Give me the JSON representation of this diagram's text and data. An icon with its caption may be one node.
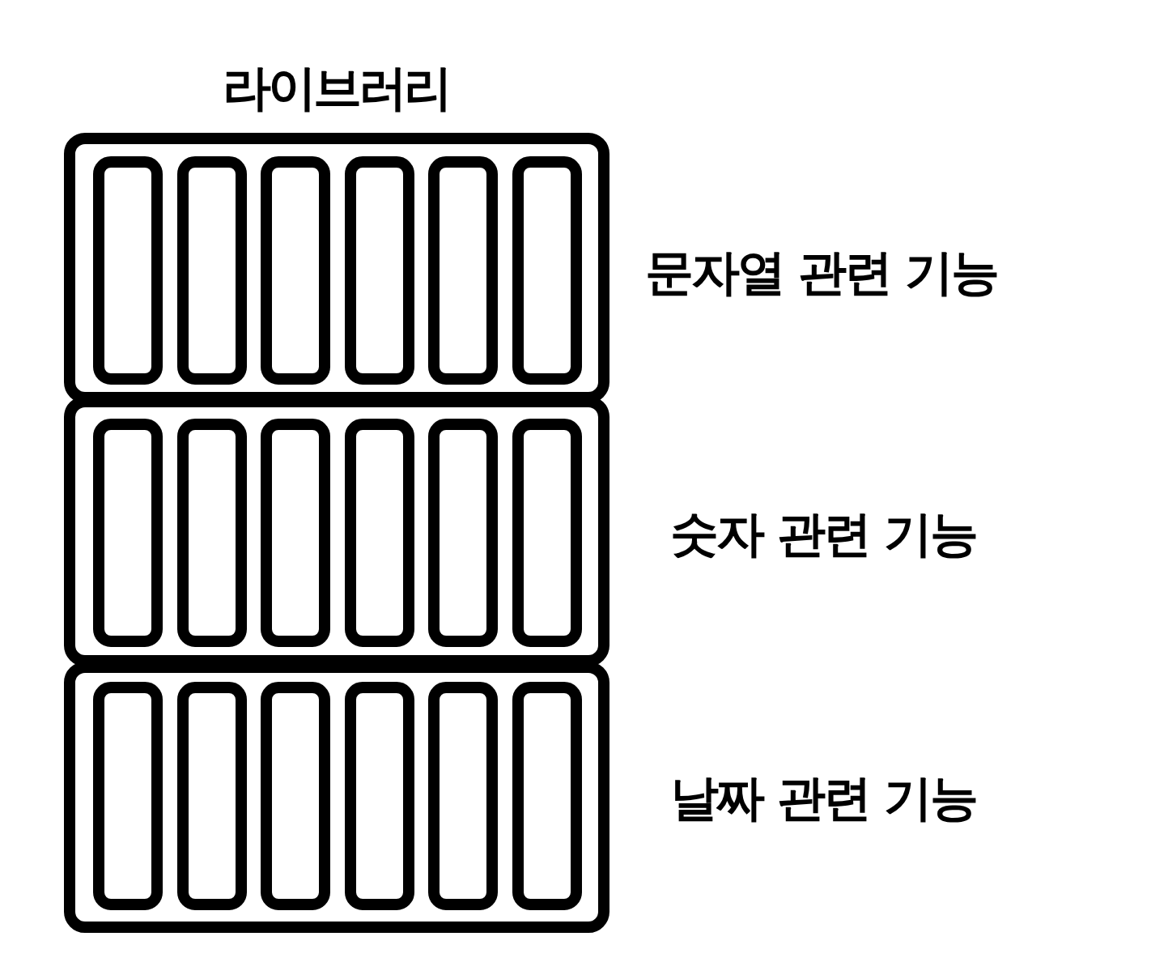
{
  "diagram": {
    "title": "라이브러리",
    "nodes": [
      {
        "text": [],
        "shape": "box",
        "beside": [
          "문자열 관련 기능"
        ]
      },
      {
        "text": [],
        "shape": "box",
        "in": 0
      },
      {
        "text": [],
        "shape": "box",
        "in": 0
      },
      {
        "text": [],
        "shape": "box",
        "in": 0
      },
      {
        "text": [],
        "shape": "box",
        "in": 0
      },
      {
        "text": [],
        "shape": "box",
        "in": 0
      },
      {
        "text": [],
        "shape": "box",
        "in": 0
      },
      {
        "text": [],
        "shape": "box",
        "beside": [
          "숫자 관련 기능"
        ]
      },
      {
        "text": [],
        "shape": "box",
        "in": 7
      },
      {
        "text": [],
        "shape": "box",
        "in": 7
      },
      {
        "text": [],
        "shape": "box",
        "in": 7
      },
      {
        "text": [],
        "shape": "box",
        "in": 7
      },
      {
        "text": [],
        "shape": "box",
        "in": 7
      },
      {
        "text": [],
        "shape": "box",
        "in": 7
      },
      {
        "text": [],
        "shape": "box",
        "beside": [
          "날짜 관련 기능"
        ]
      },
      {
        "text": [],
        "shape": "box",
        "in": 14
      },
      {
        "text": [],
        "shape": "box",
        "in": 14
      },
      {
        "text": [],
        "shape": "box",
        "in": 14
      },
      {
        "text": [],
        "shape": "box",
        "in": 14
      },
      {
        "text": [],
        "shape": "box",
        "in": 14
      },
      {
        "text": [],
        "shape": "box",
        "in": 14
      }
    ]
  }
}
